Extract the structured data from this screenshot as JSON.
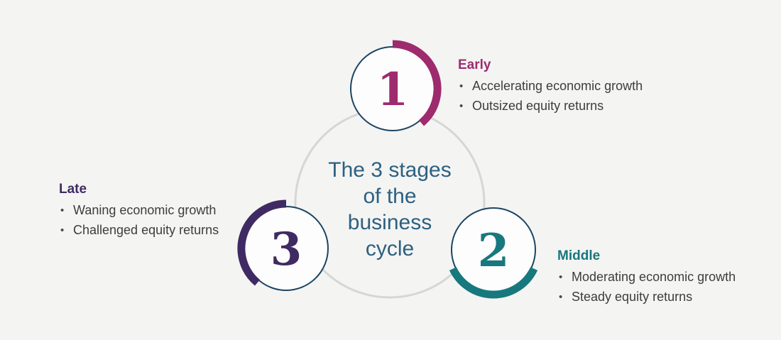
{
  "background_color": "#f4f4f3",
  "ring_color": "#d6d6d5",
  "circle_outline_color": "#1b4563",
  "circle_fill_color": "#fdfdfd",
  "body_text_color": "#3d3d3d",
  "title": {
    "text": "The 3 stages of the business cycle",
    "lines": [
      "The 3 stages",
      "of the",
      "business",
      "cycle"
    ],
    "color": "#2d6080"
  },
  "stages": [
    {
      "number": "1",
      "label": "Early",
      "color": "#9e2b6e",
      "bullets": [
        "Accelerating economic growth",
        "Outsized equity returns"
      ]
    },
    {
      "number": "2",
      "label": "Middle",
      "color": "#17787e",
      "bullets": [
        "Moderating economic growth",
        "Steady equity returns"
      ]
    },
    {
      "number": "3",
      "label": "Late",
      "color": "#3f2a63",
      "bullets": [
        "Waning economic growth",
        "Challenged equity returns"
      ]
    }
  ]
}
